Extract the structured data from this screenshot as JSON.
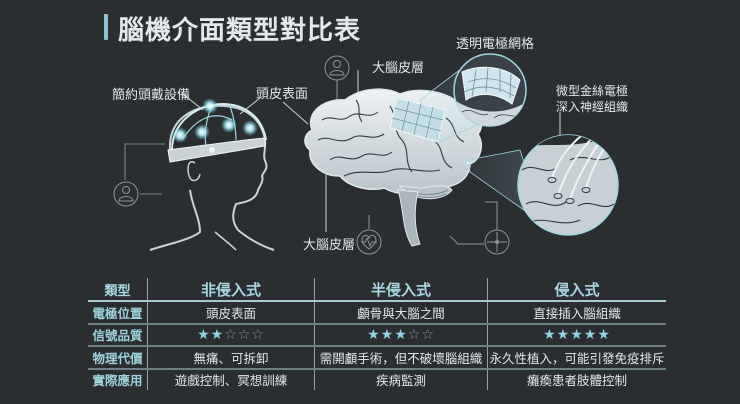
{
  "title": "腦機介面類型對比表",
  "colors": {
    "background": "#2a2e31",
    "accent": "#8fc3cf",
    "star_filled": "#8fd3e6",
    "glow": "#bff3ff"
  },
  "illustration": {
    "labels": {
      "headset": "簡約頭戴設備",
      "scalp_surface": "頭皮表面",
      "cortex_top": "大腦皮層",
      "cortex_bottom": "大腦皮層",
      "transparent_mesh": "透明電極網格",
      "micro_wire_line1": "微型金絲電極",
      "micro_wire_line2": "深入神經組織"
    },
    "icons": [
      "user-icon",
      "person-badge-icon",
      "heart-pulse-icon",
      "crosshair-circuit-icon"
    ]
  },
  "table": {
    "headers": [
      "類型",
      "非侵入式",
      "半侵入式",
      "侵入式"
    ],
    "rows": [
      {
        "label": "電極位置",
        "values": [
          "頭皮表面",
          "顱骨與大腦之間",
          "直接插入腦組織"
        ]
      },
      {
        "label": "信號品質",
        "stars": [
          2,
          3,
          5
        ],
        "max_stars": 5
      },
      {
        "label": "物理代價",
        "values": [
          "無痛、可拆卸",
          "需開顱手術，但不破壞腦組織",
          "永久性植入，可能引發免疫排斥"
        ]
      },
      {
        "label": "實際應用",
        "values": [
          "遊戲控制、冥想訓練",
          "疾病監測",
          "癱瘓患者肢體控制"
        ]
      }
    ]
  },
  "star_glyphs": {
    "filled": "★",
    "empty": "☆"
  }
}
